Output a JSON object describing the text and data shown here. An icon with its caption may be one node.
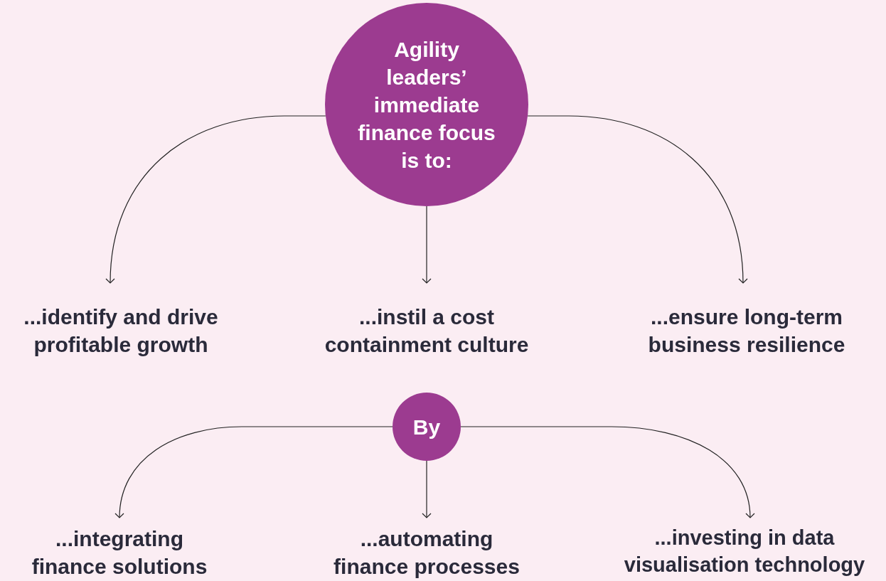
{
  "diagram": {
    "nodes": [
      {
        "text": [
          "Agility leaders’ immediate finance focus is to:"
        ]
      },
      {
        "text": [
          "...identify and drive profitable growth"
        ]
      },
      {
        "text": [
          "...instil a cost containment culture"
        ]
      },
      {
        "text": [
          "...ensure long-term business resilience"
        ]
      },
      {
        "text": [
          "By"
        ]
      },
      {
        "text": [
          "...integrating finance solutions"
        ]
      },
      {
        "text": [
          "...automating finance processes"
        ]
      },
      {
        "text": [
          "...investing in data visualisation technology"
        ]
      }
    ],
    "edges": [
      {
        "from": 0,
        "to": 1,
        "arrow": "to"
      },
      {
        "from": 0,
        "to": 2,
        "arrow": "to"
      },
      {
        "from": 0,
        "to": 3,
        "arrow": "to"
      },
      {
        "from": 4,
        "to": 5,
        "arrow": "to"
      },
      {
        "from": 4,
        "to": 6,
        "arrow": "to"
      },
      {
        "from": 4,
        "to": 7,
        "arrow": "to"
      }
    ]
  }
}
